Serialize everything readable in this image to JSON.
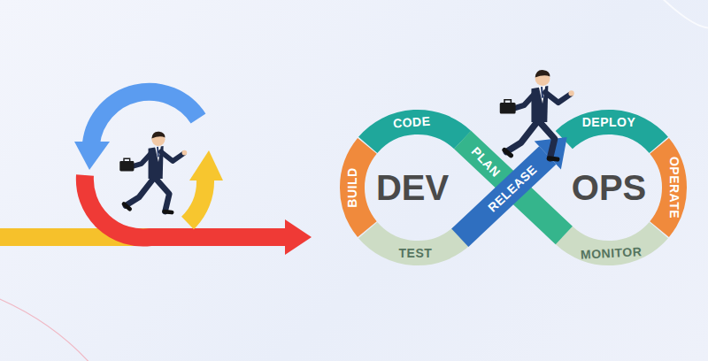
{
  "diagram": {
    "nodes": [
      {
        "text": [
          "BUILD"
        ]
      },
      {
        "text": [
          "CODE"
        ]
      },
      {
        "text": [
          "PLAN"
        ]
      },
      {
        "text": [
          "TEST"
        ]
      },
      {
        "text": [
          "RELEASE"
        ]
      },
      {
        "text": [
          "DEPLOY"
        ]
      },
      {
        "text": [
          "OPERATE"
        ]
      },
      {
        "text": [
          "MONITOR"
        ]
      }
    ],
    "labels": [
      "DEV",
      "OPS"
    ]
  }
}
